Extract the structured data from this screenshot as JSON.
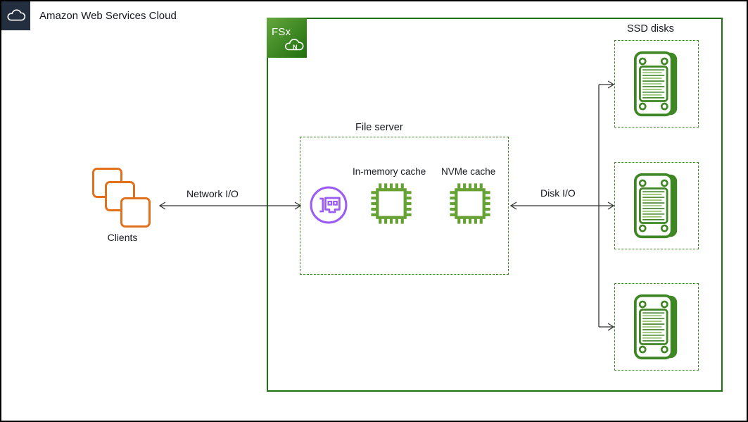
{
  "aws_cloud": {
    "label": "Amazon Web Services Cloud"
  },
  "fsx": {
    "label": "FSx",
    "cloud_letter": "N"
  },
  "clients": {
    "label": "Clients"
  },
  "file_server": {
    "title": "File server",
    "in_memory_cache_label": "In-memory cache",
    "nvme_cache_label": "NVMe cache"
  },
  "connections": {
    "network_io": "Network I/O",
    "disk_io": "Disk I/O"
  },
  "ssd_disks": {
    "title": "SSD disks",
    "count": 3
  },
  "icons": {
    "aws_badge": "aws-cloud-icon",
    "fsx_badge": "fsx-netapp-ontap-icon",
    "clients": "stacked-squares-icon",
    "network_adapter": "network-card-icon",
    "cache": "chip-icon",
    "ssd": "ssd-disk-icon"
  },
  "colors": {
    "aws_navy": "#232F3E",
    "region_green": "#1E7212",
    "dashed_green": "#3F8624",
    "chip_green": "#65A233",
    "disk_green": "#3F8624",
    "disk_light_green": "#8CC063",
    "clients_orange": "#E2711D",
    "adapter_purple": "#9B5CF6",
    "arrow_gray": "#333333"
  }
}
